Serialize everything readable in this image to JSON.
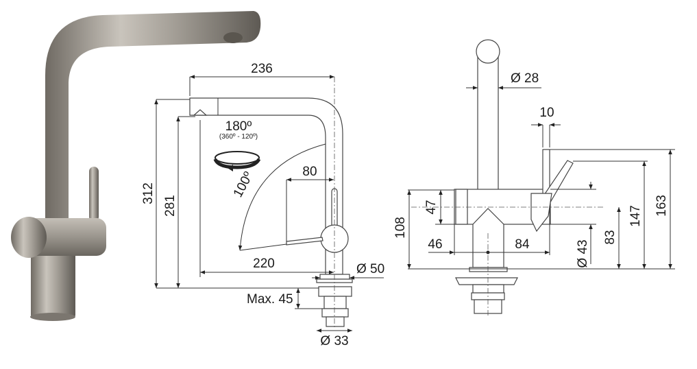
{
  "side_view": {
    "width_total": "236",
    "height_total": "312",
    "height_spout": "281",
    "reach": "220",
    "lever_offset": "80",
    "rotation": "180º",
    "rotation_range": "(360º - 120º)",
    "lever_angle": "100º",
    "base_diameter": "Ø 50",
    "max_thickness": "Max. 45",
    "hole_diameter": "Ø 33"
  },
  "front_view": {
    "spout_diameter": "Ø 28",
    "lever_width": "10",
    "body_height": "47",
    "body_top": "108",
    "left_offset": "46",
    "right_offset": "84",
    "body_diameter": "Ø 43",
    "axis_height": "83",
    "lever_tip_height": "147",
    "lever_top_height": "163"
  }
}
